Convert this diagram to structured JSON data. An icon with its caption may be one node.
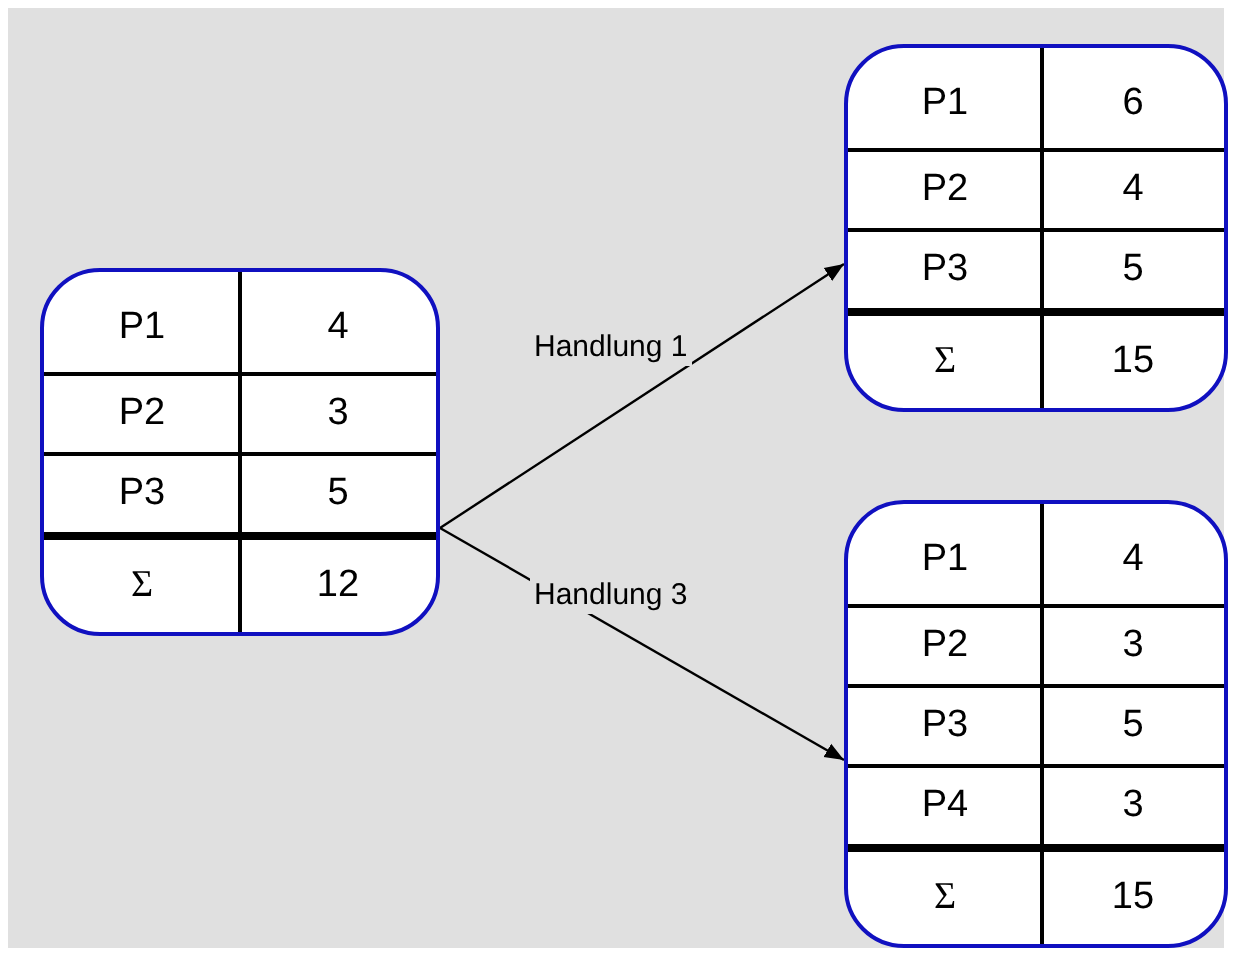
{
  "diagram": {
    "nodes": [
      {
        "text": [
          "P1",
          "4",
          "P2",
          "3",
          "P3",
          "5",
          "Σ",
          "12"
        ]
      },
      {
        "text": [
          "P1",
          "6",
          "P2",
          "4",
          "P3",
          "5",
          "Σ",
          "15"
        ]
      },
      {
        "text": [
          "P1",
          "4",
          "P2",
          "3",
          "P3",
          "5",
          "P4",
          "3",
          "Σ",
          "15"
        ]
      }
    ],
    "edges": [
      {
        "from": 0,
        "to": 1,
        "arrow": "to",
        "label": "Handlung 1"
      },
      {
        "from": 0,
        "to": 2,
        "arrow": "to",
        "label": "Handlung 3"
      }
    ]
  }
}
